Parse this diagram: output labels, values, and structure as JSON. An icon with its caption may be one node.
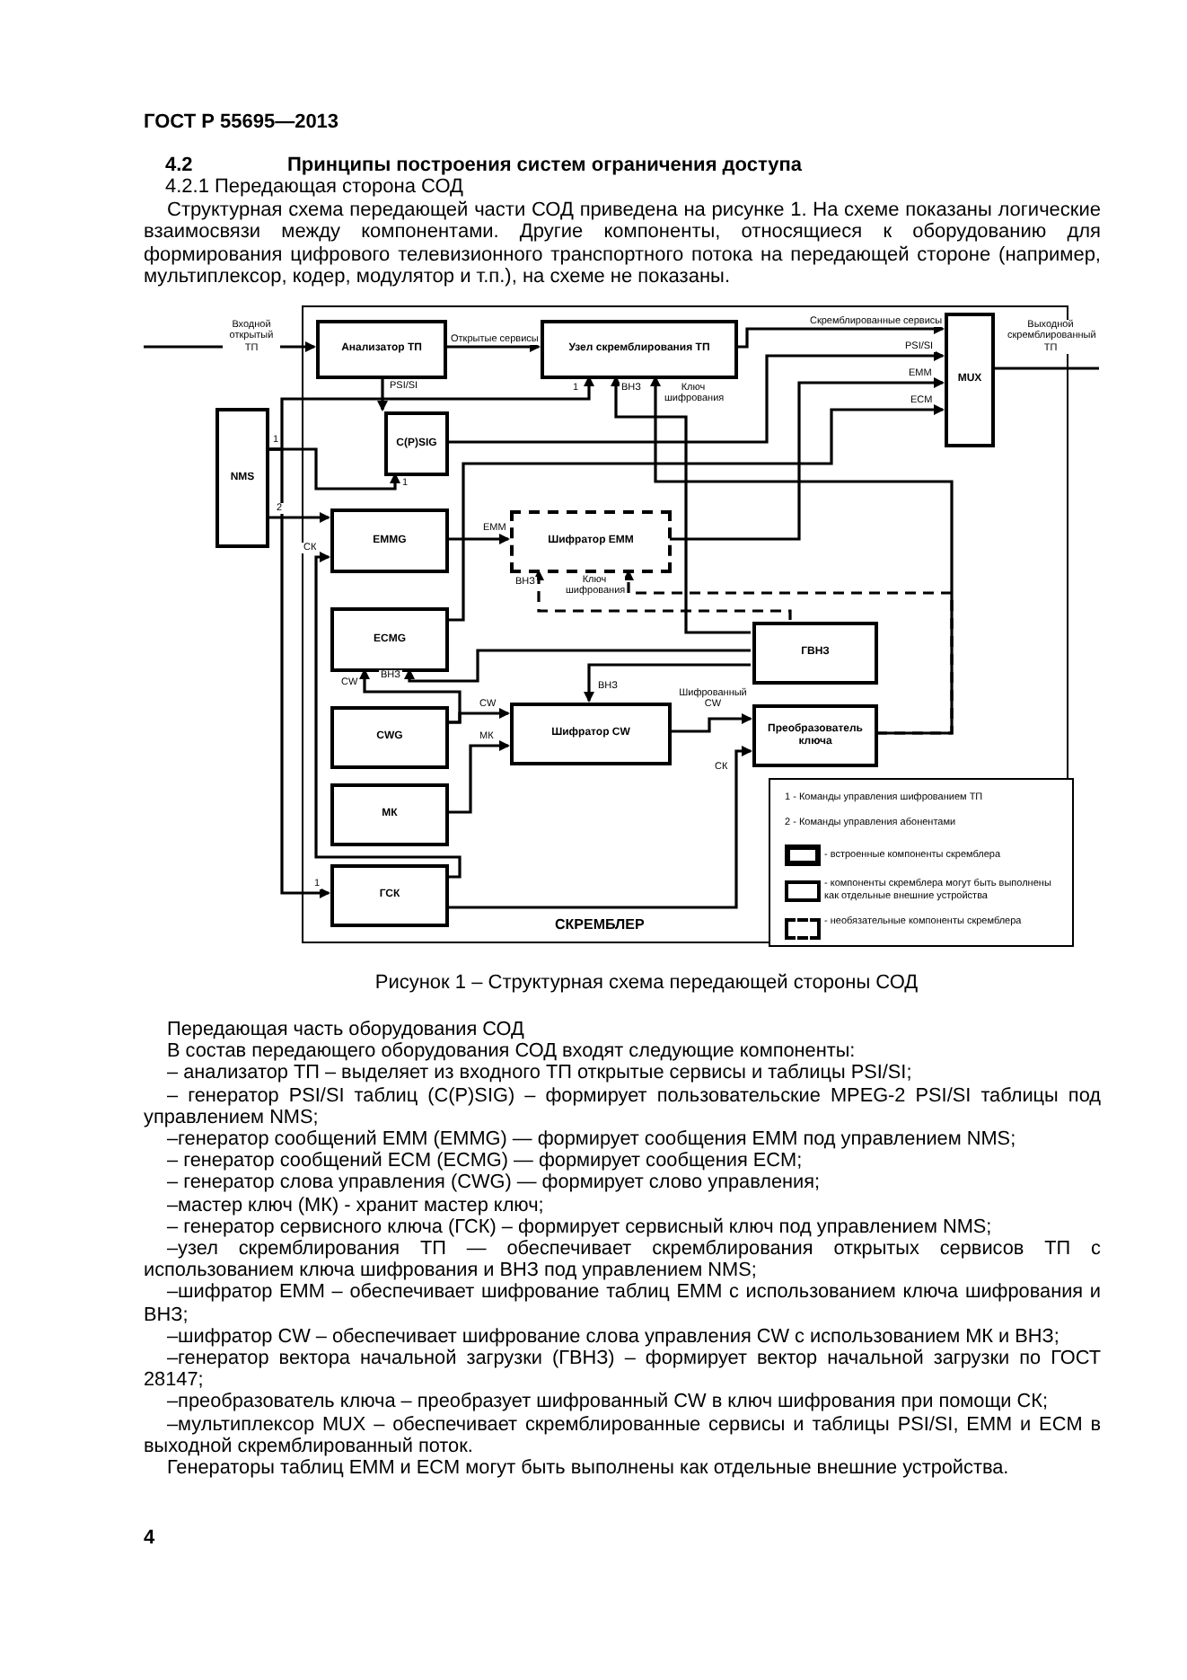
{
  "diagram": {
    "caption": "Рисунок 1 – Структурная схема передающей стороны СОД",
    "nodes": [
      {
        "text": [
          "СКРЕМБЛЕР"
        ]
      },
      {
        "text": [
          "Анализатор ТП"
        ],
        "in": 0
      },
      {
        "text": [
          "Узел скремблирования ТП"
        ],
        "in": 0
      },
      {
        "text": [
          "MUX"
        ],
        "in": 0
      },
      {
        "text": [
          "NMS"
        ]
      },
      {
        "text": [
          "C(P)SIG"
        ],
        "in": 0
      },
      {
        "text": [
          "EMMG"
        ],
        "in": 0
      },
      {
        "text": [
          "Шифратор EMM"
        ],
        "in": 0
      },
      {
        "text": [
          "ECMG"
        ],
        "in": 0
      },
      {
        "text": [
          "ГВНЗ"
        ],
        "in": 0
      },
      {
        "text": [
          "CWG"
        ],
        "in": 0
      },
      {
        "text": [
          "Шифратор CW"
        ],
        "in": 0
      },
      {
        "text": [
          "Преобразователь ключа"
        ],
        "in": 0
      },
      {
        "text": [
          "МК"
        ],
        "in": 0
      },
      {
        "text": [
          "ГСК"
        ],
        "in": 0
      }
    ],
    "edges": [
      {
        "from": null,
        "to": 1,
        "arrow": "to",
        "label": "Входной открытый ТП"
      },
      {
        "from": 1,
        "to": 2,
        "arrow": "to",
        "label": "Открытые сервисы"
      },
      {
        "from": 2,
        "to": 3,
        "arrow": "to",
        "label": "Скремблированные сервисы"
      },
      {
        "from": 1,
        "to": 5,
        "arrow": "to",
        "label": "PSI/SI"
      },
      {
        "from": 5,
        "to": 3,
        "arrow": "to",
        "label": "PSI/SI"
      },
      {
        "from": 4,
        "to": 5,
        "arrow": "to",
        "label": "1"
      },
      {
        "from": 4,
        "to": 2,
        "arrow": "to",
        "label": "1"
      },
      {
        "from": 4,
        "to": 6,
        "arrow": "to",
        "label": "2"
      },
      {
        "from": 4,
        "to": 14,
        "arrow": "to",
        "label": "1"
      },
      {
        "from": 6,
        "to": 7,
        "arrow": "to",
        "label": "EMM"
      },
      {
        "from": 7,
        "to": 3,
        "arrow": "to",
        "label": "EMM"
      },
      {
        "from": 8,
        "to": 3,
        "arrow": "to",
        "label": "ECM"
      },
      {
        "from": 14,
        "to": 6,
        "arrow": "to",
        "label": "СК"
      },
      {
        "from": 10,
        "to": 8,
        "arrow": "to",
        "label": "CW"
      },
      {
        "from": 10,
        "to": 11,
        "arrow": "to",
        "label": "CW"
      },
      {
        "from": 13,
        "to": 11,
        "arrow": "to",
        "label": "МК"
      },
      {
        "from": 9,
        "to": 8,
        "arrow": "to",
        "label": "ВНЗ"
      },
      {
        "from": 9,
        "to": 11,
        "arrow": "to",
        "label": "ВНЗ"
      },
      {
        "from": 9,
        "to": 2,
        "arrow": "to",
        "label": "ВНЗ"
      },
      {
        "from": 9,
        "to": 7,
        "arrow": "to",
        "label": "ВНЗ",
        "style": "dashed"
      },
      {
        "from": 11,
        "to": 12,
        "arrow": "to",
        "label": "Шифрованный CW"
      },
      {
        "from": 12,
        "to": 2,
        "arrow": "to",
        "label": "Ключ шифрования"
      },
      {
        "from": 12,
        "to": 7,
        "arrow": "to",
        "label": "Ключ шифрования",
        "style": "dashed"
      },
      {
        "from": 14,
        "to": 12,
        "arrow": "to",
        "label": "СК"
      },
      {
        "from": 3,
        "to": null,
        "arrow": "none",
        "label": "Выходной скремблированный ТП"
      }
    ],
    "labels": [
      "ГОСТ Р 55695—2013",
      "4.2",
      "Принципы построения систем ограничения доступа",
      "4.2.1 Передающая сторона СОД",
      "Структурная схема передающей части СОД приведена на рисунке 1. На схеме показаны логические взаимосвязи между компонентами. Другие компоненты, относящиеся к оборудованию для формирования цифрового телевизионного транспортного потока на передающей стороне (например, мультиплексор, кодер, модулятор и т.п.), на схеме не показаны.",
      "1",
      "1 - Команды управления шифрованием ТП",
      "2 - Команды управления абонентами",
      "Передающая часть оборудования СОД",
      "В состав передающего оборудования СОД входят следующие компоненты:",
      "– анализатор ТП – выделяет из входного ТП открытые сервисы и таблицы PSI/SI;",
      "– генератор PSI/SI таблиц (C(P)SIG) – формирует пользовательские MPEG-2 PSI/SI таблицы под управлением NMS;",
      "–генератор сообщений EMM (EMMG) — формирует сообщения EMM под управлением NMS;",
      "– генератор сообщений ECM (ECMG) — формирует сообщения ECM;",
      "– генератор слова управления (CWG) — формирует слово управления;",
      "–мастер ключ (МК) - хранит мастер ключ;",
      "– генератор сервисного ключа (ГСК) – формирует сервисный ключ под управлением NMS;",
      "–узел скремблирования ТП — обеспечивает скремблирования открытых сервисов ТП с использованием ключа шифрования и ВНЗ под управлением NMS;",
      "–шифратор EMM – обеспечивает шифрование таблиц EMM с использованием ключа шифрования и ВНЗ;",
      "–шифратор CW – обеспечивает шифрование слова управления CW с использованием МК и ВНЗ;",
      "–генератор вектора начальной загрузки (ГВНЗ) – формирует вектор начальной загрузки по ГОСТ 28147;",
      "–преобразователь ключа – преобразует шифрованный CW в ключ шифрования при помощи СК;",
      "–мультиплексор MUX – обеспечивает скремблированные сервисы и таблицы PSI/SI, EMM и ECM в выходной скремблированный поток.",
      "Генераторы таблиц EMM и ECM могут быть выполнены как отдельные внешние устройства.",
      "4"
    ],
    "legend": [
      {
        "text": "- встроенные компоненты скремблера"
      },
      {
        "text": "- компоненты скремблера могут быть выполнены как отдельные внешние устройства"
      },
      {
        "text": "- необязательные компоненты скремблера"
      }
    ]
  }
}
